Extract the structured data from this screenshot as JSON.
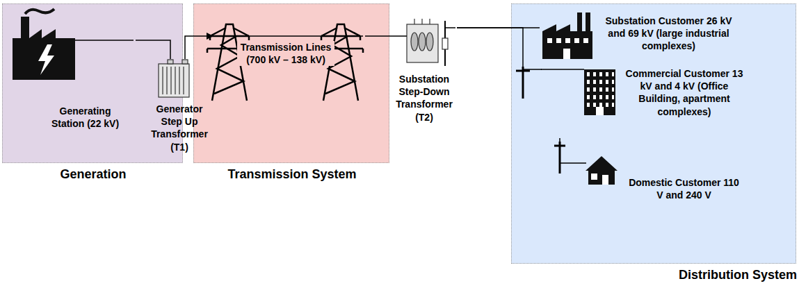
{
  "diagram": {
    "nodes": [
      {
        "text": [
          "Generation"
        ]
      },
      {
        "text": [
          "Generating Station (22 kV)"
        ],
        "in": 0
      },
      {
        "text": [
          "Generator Step Up Transformer (T1)"
        ]
      },
      {
        "text": [
          "Transmission System"
        ]
      },
      {
        "text": [
          "Transmission Lines (700 kV – 138 kV)"
        ],
        "in": 3
      },
      {
        "text": [
          "Substation Step-Down Transformer (T2)"
        ]
      },
      {
        "text": [
          "Distribution System"
        ]
      },
      {
        "text": [
          "Substation Customer 26 kV and 69 kV (large industrial complexes)"
        ],
        "in": 6
      },
      {
        "text": [
          "Commercial Customer 13 kV and 4 kV (Office Building, apartment complexes)"
        ],
        "in": 6
      },
      {
        "text": [
          "Domestic Customer 110 V and 240 V"
        ],
        "in": 6
      }
    ],
    "edges": [
      {
        "from": 1,
        "to": 2,
        "arrow": "none"
      },
      {
        "from": 2,
        "to": 4,
        "arrow": "to"
      },
      {
        "from": 4,
        "to": 5,
        "arrow": "none"
      },
      {
        "from": 5,
        "to": 7,
        "arrow": "none"
      },
      {
        "from": 5,
        "to": 8,
        "arrow": "none"
      },
      {
        "from": 8,
        "to": 9,
        "arrow": "none"
      }
    ]
  }
}
